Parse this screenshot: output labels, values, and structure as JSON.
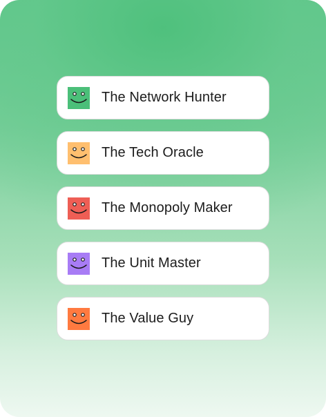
{
  "profiles": [
    {
      "label": "The Network Hunter",
      "icon": "smiley-face-icon",
      "color": "#4bbf79"
    },
    {
      "label": "The Tech Oracle",
      "icon": "smiley-face-icon",
      "color": "#ffbf6f"
    },
    {
      "label": "The Monopoly Maker",
      "icon": "smiley-face-icon",
      "color": "#ee5e55"
    },
    {
      "label": "The Unit Master",
      "icon": "smiley-face-icon",
      "color": "#a87cf5"
    },
    {
      "label": "The Value Guy",
      "icon": "smiley-face-icon",
      "color": "#ff7a40"
    }
  ]
}
